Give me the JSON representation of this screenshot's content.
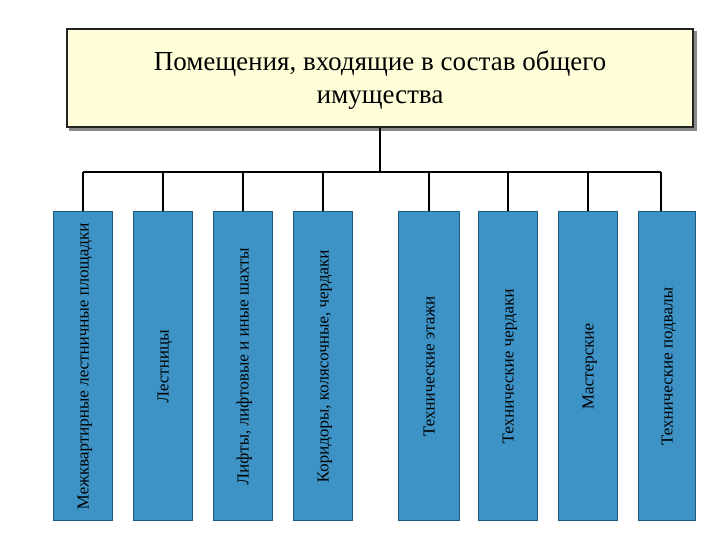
{
  "title": "Помещения, входящие в состав общего\nимущества",
  "nodes": [
    {
      "label": "Межквартирные лестничные площадки"
    },
    {
      "label": "Лестницы"
    },
    {
      "label": "Лифты, лифтовые и иные шахты"
    },
    {
      "label": "Коридоры, колясочные, чердаки"
    },
    {
      "label": "Технические этажи"
    },
    {
      "label": "Технические чердаки"
    },
    {
      "label": "Мастерские"
    },
    {
      "label": "Технические подвалы"
    }
  ],
  "colors": {
    "title_bg": "#fffed8",
    "node_fill": "#3d92c6",
    "line": "#000000"
  }
}
